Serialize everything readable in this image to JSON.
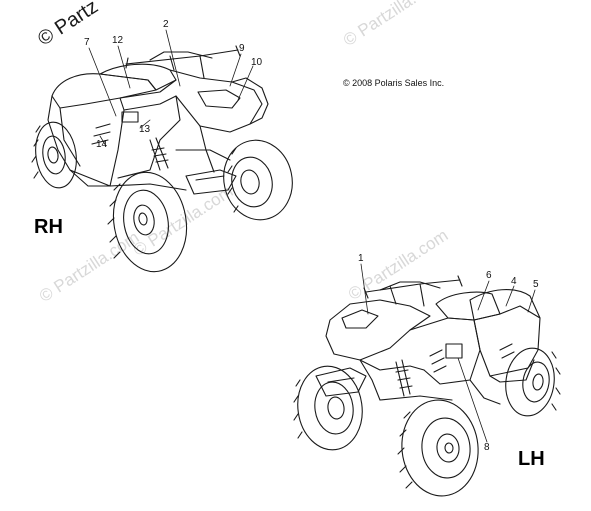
{
  "watermarks": {
    "top_left": "© Partz",
    "faint_top_right": "© Partzilla.com",
    "faint_mid_left": "© Partzilla.com",
    "faint_mid": "© Partzilla.com",
    "faint_mid_right": "© Partzilla.com"
  },
  "copyright": "© 2008 Polaris Sales Inc.",
  "views": {
    "rh": {
      "label": "RH",
      "callouts": [
        "2",
        "7",
        "12",
        "9",
        "10",
        "13",
        "14"
      ]
    },
    "lh": {
      "label": "LH",
      "callouts": [
        "1",
        "6",
        "4",
        "5",
        "8"
      ]
    }
  },
  "colors": {
    "line": "#1a1a1a",
    "watermark": "#d8d8d8",
    "background": "#ffffff"
  }
}
